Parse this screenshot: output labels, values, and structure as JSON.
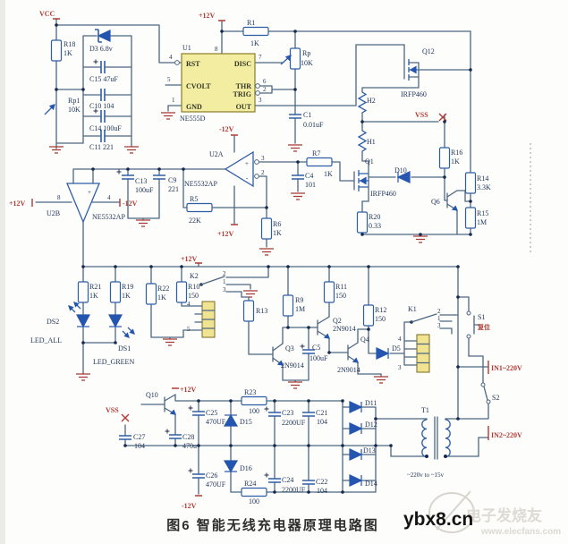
{
  "caption": "图6 智能无线充电器原理电路图",
  "watermark": {
    "site": "ybx8.cn",
    "brand": "电子发烧友",
    "url": "www.elecfans.com"
  },
  "power": {
    "vcc": "VCC",
    "p12": "+12V",
    "n12": "-12V",
    "vss": "VSS"
  },
  "sym": {
    "plus": "+",
    "minus": "-"
  },
  "pin": {
    "1": "1",
    "2": "2",
    "3": "3",
    "4": "4",
    "5": "5",
    "6": "6",
    "7": "7",
    "8": "8"
  },
  "ic555": {
    "ref": "U1",
    "part": "NE555D",
    "rst": "RST",
    "cvolt": "CVOLT",
    "gnd": "GND",
    "disc": "DISC",
    "thr": "THR",
    "trig": "TRIG",
    "out": "OUT"
  },
  "opamp": {
    "a": "U2A",
    "b": "U2B",
    "part": "NE5532AP"
  },
  "res": {
    "r1": [
      "R1",
      "1K"
    ],
    "r5": [
      "R5",
      "22K"
    ],
    "r6": [
      "R6",
      "1K"
    ],
    "r7": [
      "R7",
      "1K"
    ],
    "r9": [
      "R9",
      "1M"
    ],
    "r10": [
      "R10",
      "150"
    ],
    "r11": [
      "R11",
      "150"
    ],
    "r12": [
      "R12",
      "150"
    ],
    "r13": [
      "R13"
    ],
    "r14": [
      "R14",
      "3.3K"
    ],
    "r15": [
      "R15",
      "1M"
    ],
    "r16": [
      "R16",
      "1K"
    ],
    "r18": [
      "R18",
      "1K"
    ],
    "r19": [
      "R19",
      "1K"
    ],
    "r20": [
      "R20",
      "0.33"
    ],
    "r21": [
      "R21",
      "1K"
    ],
    "r22": [
      "R22",
      "1K"
    ],
    "r23": [
      "R23",
      "100"
    ],
    "r24": [
      "R24",
      "100"
    ],
    "rp": [
      "Rp",
      "10K"
    ],
    "rp1": [
      "Rp1",
      "10K"
    ],
    "h1": "H1",
    "h2": "H2"
  },
  "cap": {
    "c1": [
      "C1",
      "0.01uF"
    ],
    "c4": [
      "C4",
      "101"
    ],
    "c5": [
      "C5",
      "100uF"
    ],
    "c9": [
      "C9",
      "221"
    ],
    "c13": [
      "C13",
      "100uF"
    ],
    "c21": [
      "C21",
      "104"
    ],
    "c22": [
      "C22",
      "104"
    ],
    "c23": [
      "C23",
      "2200UF"
    ],
    "c24": [
      "C24",
      "2200UF"
    ],
    "c25": [
      "C25",
      "470UF"
    ],
    "c26": [
      "C26",
      "470UF"
    ],
    "c27": [
      "C27",
      "104"
    ],
    "c28": [
      "C28",
      "470u"
    ],
    "lad_d3": "D3 6.8v",
    "lad_c15": "C15 47uF",
    "lad_c10": "C10 104",
    "lad_c14": "C14 100uF",
    "lad_c11": "C11 221"
  },
  "dio": {
    "d5": "D5",
    "d10": "D10",
    "d11": "D11",
    "d12": "D12",
    "d13": "D13",
    "d14": "D14",
    "d15": "D15",
    "d16": "D16"
  },
  "led": {
    "ds1": [
      "DS1",
      "LED_GREEN"
    ],
    "ds2": [
      "DS2",
      "LED_ALL"
    ]
  },
  "tr": {
    "q1": [
      "Q1",
      "IRFP460"
    ],
    "q2": [
      "Q2",
      "2N9014"
    ],
    "q3": [
      "Q3",
      "2N9014"
    ],
    "q4": [
      "Q4",
      "2N9014"
    ],
    "q6": "Q6",
    "q10": "Q10",
    "q12": [
      "Q12",
      "IRFP460"
    ]
  },
  "relay": {
    "k1": "K1",
    "k2": "K2"
  },
  "sw": {
    "s1": "S1",
    "s1cap": "复位",
    "s2": "S2"
  },
  "xfmr": {
    "t1": "T1",
    "range": "~220v to ~15v"
  },
  "io": {
    "in1": "IN1~220V",
    "in2": "IN2~220V"
  }
}
